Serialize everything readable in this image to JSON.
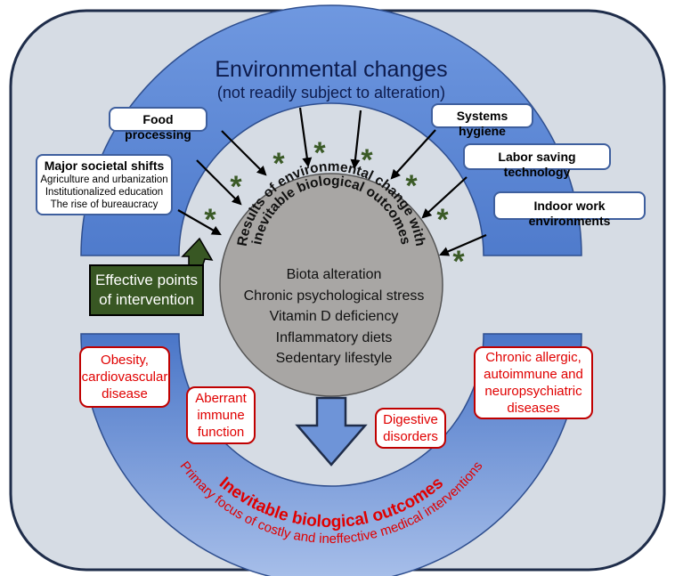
{
  "top_band": {
    "title": "Environmental changes",
    "subtitle": "(not readily subject to alteration)"
  },
  "environmental_boxes": {
    "food_processing": {
      "title": "Food processing"
    },
    "major_societal_shifts": {
      "title": "Major societal shifts",
      "lines": [
        "Agriculture and urbanization",
        "Institutionalized education",
        "The rise of bureaucracy"
      ]
    },
    "systems_hygiene": {
      "title": "Systems hygiene"
    },
    "labor_saving": {
      "title": "Labor saving technology"
    },
    "indoor_work": {
      "title": "Indoor work environments"
    }
  },
  "center_circle": {
    "arc_line1": "Results of environmental change with",
    "arc_line2": "inevitable biological outcomes",
    "items": [
      "Biota alteration",
      "Chronic psychological stress",
      "Vitamin D deficiency",
      "Inflammatory diets",
      "Sedentary lifestyle"
    ]
  },
  "intervention": {
    "lines": [
      "Effective points",
      "of intervention"
    ],
    "marker": "*"
  },
  "outcome_boxes": [
    {
      "lines": [
        "Obesity,",
        "cardiovascular",
        "disease"
      ]
    },
    {
      "lines": [
        "Aberrant",
        "immune",
        "function"
      ]
    },
    {
      "lines": [
        "Digestive",
        "disorders"
      ]
    },
    {
      "lines": [
        "Chronic allergic,",
        "autoimmune and",
        "neuropsychiatric",
        "diseases"
      ]
    }
  ],
  "bottom_band": {
    "title": "Inevitable biological outcomes",
    "subtitle": "Primary focus of costly and ineffective medical interventions"
  },
  "colors": {
    "panel_bg": "#d6dce4",
    "panel_border": "#1f2d4a",
    "band_blue": "#5b86d6",
    "ring_fill": "#d6dce4",
    "circle_gray": "#a8a6a4",
    "asterisk_green": "#3a5a26",
    "effective_green": "#385723",
    "outcome_red": "#e00000"
  }
}
